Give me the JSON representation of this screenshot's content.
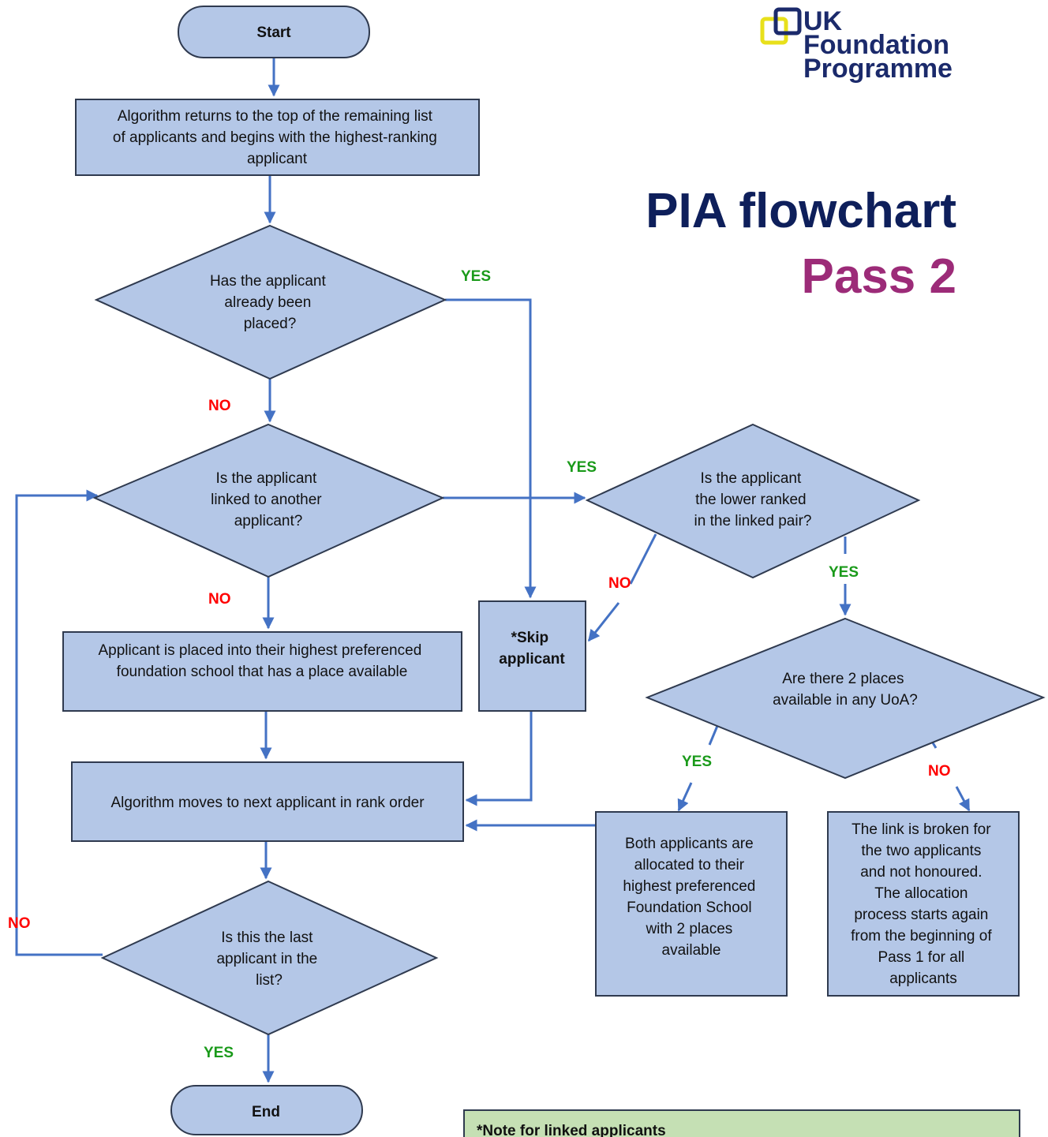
{
  "logo": {
    "line1": "UK",
    "line2": "Foundation",
    "line3": "Programme"
  },
  "title": {
    "line1": "PIA flowchart",
    "line2": "Pass 2"
  },
  "nodes": {
    "start": "Start",
    "return_top": [
      "Algorithm returns to the top of the remaining list",
      "of applicants and begins with the highest-ranking",
      "applicant"
    ],
    "already_placed": [
      "Has the applicant",
      "already been",
      "placed?"
    ],
    "linked": [
      "Is the applicant",
      "linked to another",
      "applicant?"
    ],
    "lower_ranked": [
      "Is the applicant",
      "the lower ranked",
      "in the linked pair?"
    ],
    "placed_highest": [
      "Applicant is placed into their highest preferenced",
      "foundation school that has a place available"
    ],
    "skip": [
      "*Skip",
      "applicant"
    ],
    "two_places": [
      "Are there 2 places",
      "available in any UoA?"
    ],
    "moves_next": "Algorithm moves to next applicant in rank order",
    "both_allocated": [
      "Both applicants are",
      "allocated to their",
      "highest preferenced",
      "Foundation School",
      "with 2 places",
      "available"
    ],
    "link_broken": [
      "The link is broken for",
      "the two applicants",
      "and not honoured.",
      "The allocation",
      "process starts again",
      "from the beginning of",
      "Pass 1 for all",
      "applicants"
    ],
    "last_applicant": [
      "Is this the last",
      "applicant in the",
      "list?"
    ],
    "end": "End",
    "note": "*Note for linked applicants"
  },
  "labels": {
    "yes": "YES",
    "no": "NO",
    "yes_color": "#1a9a1a",
    "no_color": "#ff0000"
  },
  "colors": {
    "node_fill": "#b4c7e7",
    "note_fill": "#c5e0b4",
    "edge": "#4472c4",
    "logo_yellow": "#e8e01b",
    "logo_navy": "#1b2a6b"
  }
}
